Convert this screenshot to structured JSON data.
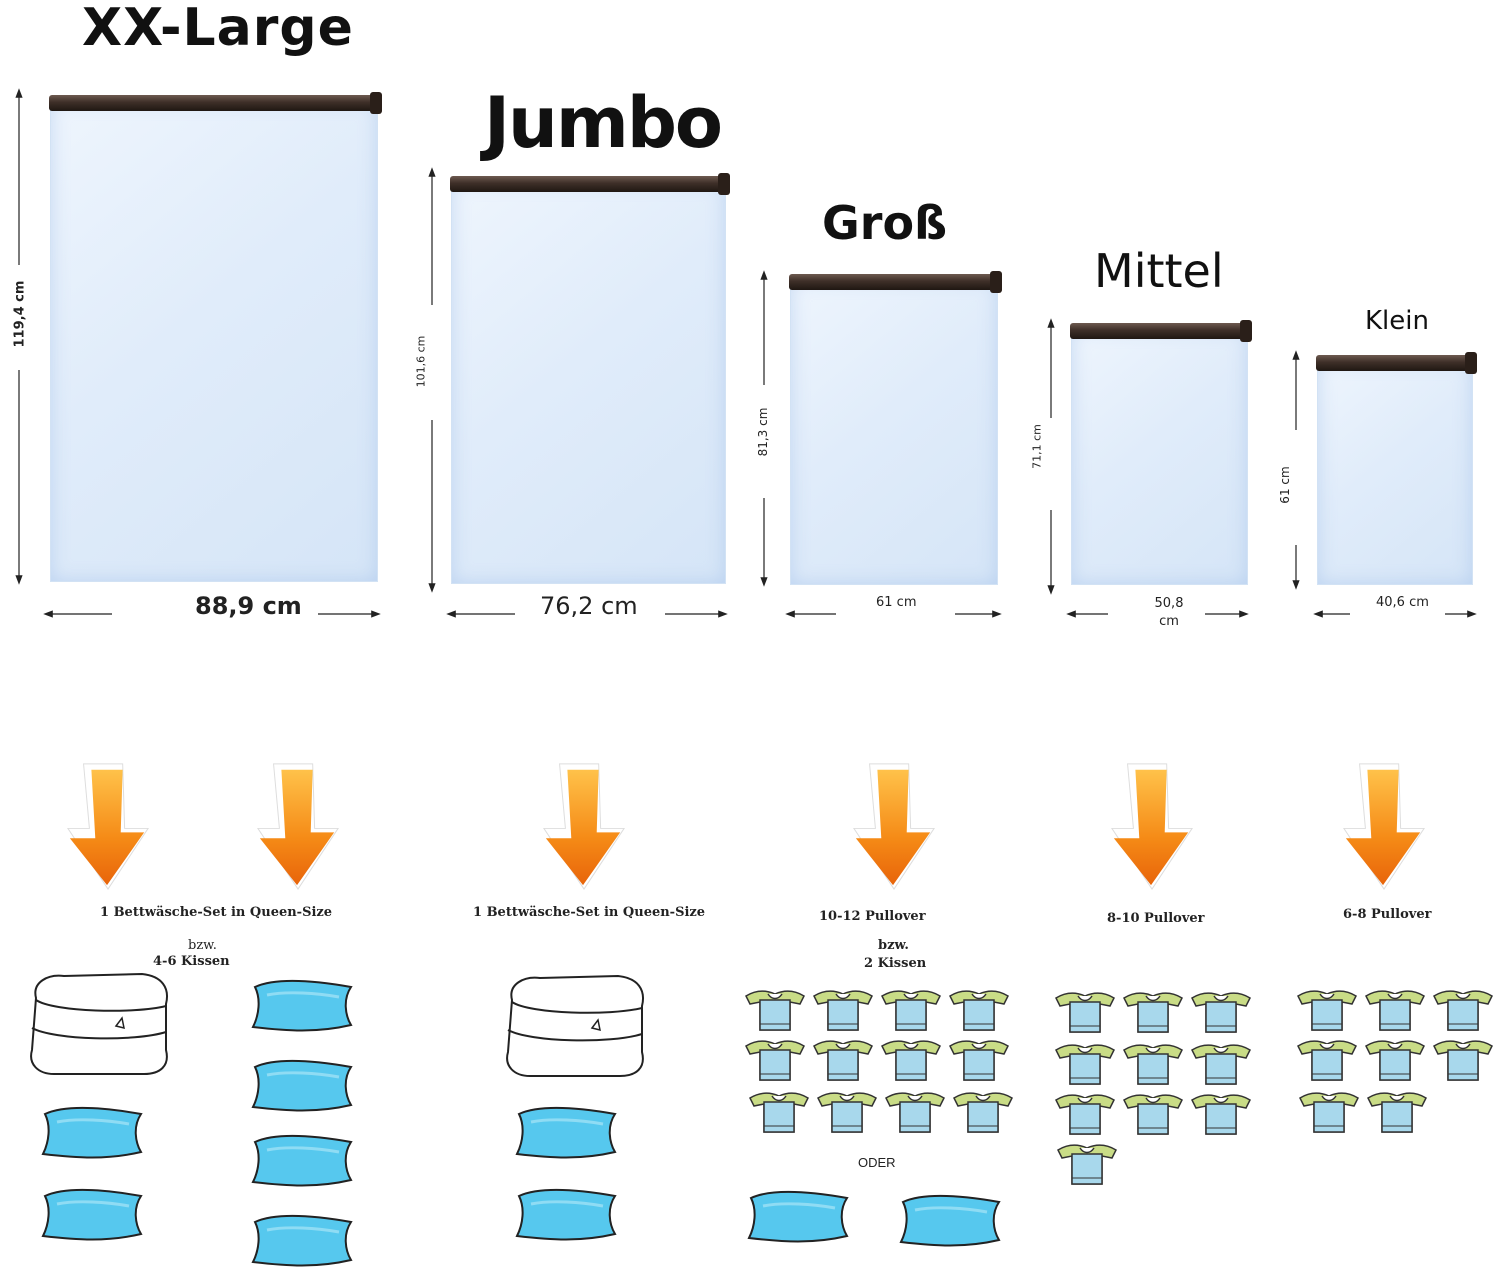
{
  "sizes": [
    {
      "name": "XX-Large",
      "width": "88,9 cm",
      "height": "119,4 cm"
    },
    {
      "name": "Jumbo",
      "width": "76,2 cm",
      "height": "101,6 cm"
    },
    {
      "name": "Groß",
      "width": "61 cm",
      "height": "81,3 cm"
    },
    {
      "name": "Mittel",
      "width": "50,8 cm",
      "height": "71,1 cm"
    },
    {
      "name": "Klein",
      "width": "40,6 cm",
      "height": "61 cm"
    }
  ],
  "capacity": {
    "xxl": {
      "label": "1 Bettwäsche-Set in Queen-Size",
      "alt": "bzw.",
      "alt_label": "4-6 Kissen"
    },
    "jumbo": {
      "label": "1 Bettwäsche-Set in Queen-Size"
    },
    "gross": {
      "label": "10-12 Pullover",
      "alt": "bzw.",
      "alt_label": "2 Kissen",
      "or": "ODER"
    },
    "mittel": {
      "label": "8-10 Pullover"
    },
    "klein": {
      "label": "6-8 Pullover"
    }
  },
  "colors": {
    "arrow": "#f27a10",
    "pillow": "#4fc4ec",
    "sweater_body": "#a8d8ec",
    "sweater_arms": "#c9dc86",
    "zipper": "#3e2f28"
  },
  "icons": [
    "down-arrow-icon",
    "duvet-icon",
    "pillow-icon",
    "sweater-icon"
  ]
}
